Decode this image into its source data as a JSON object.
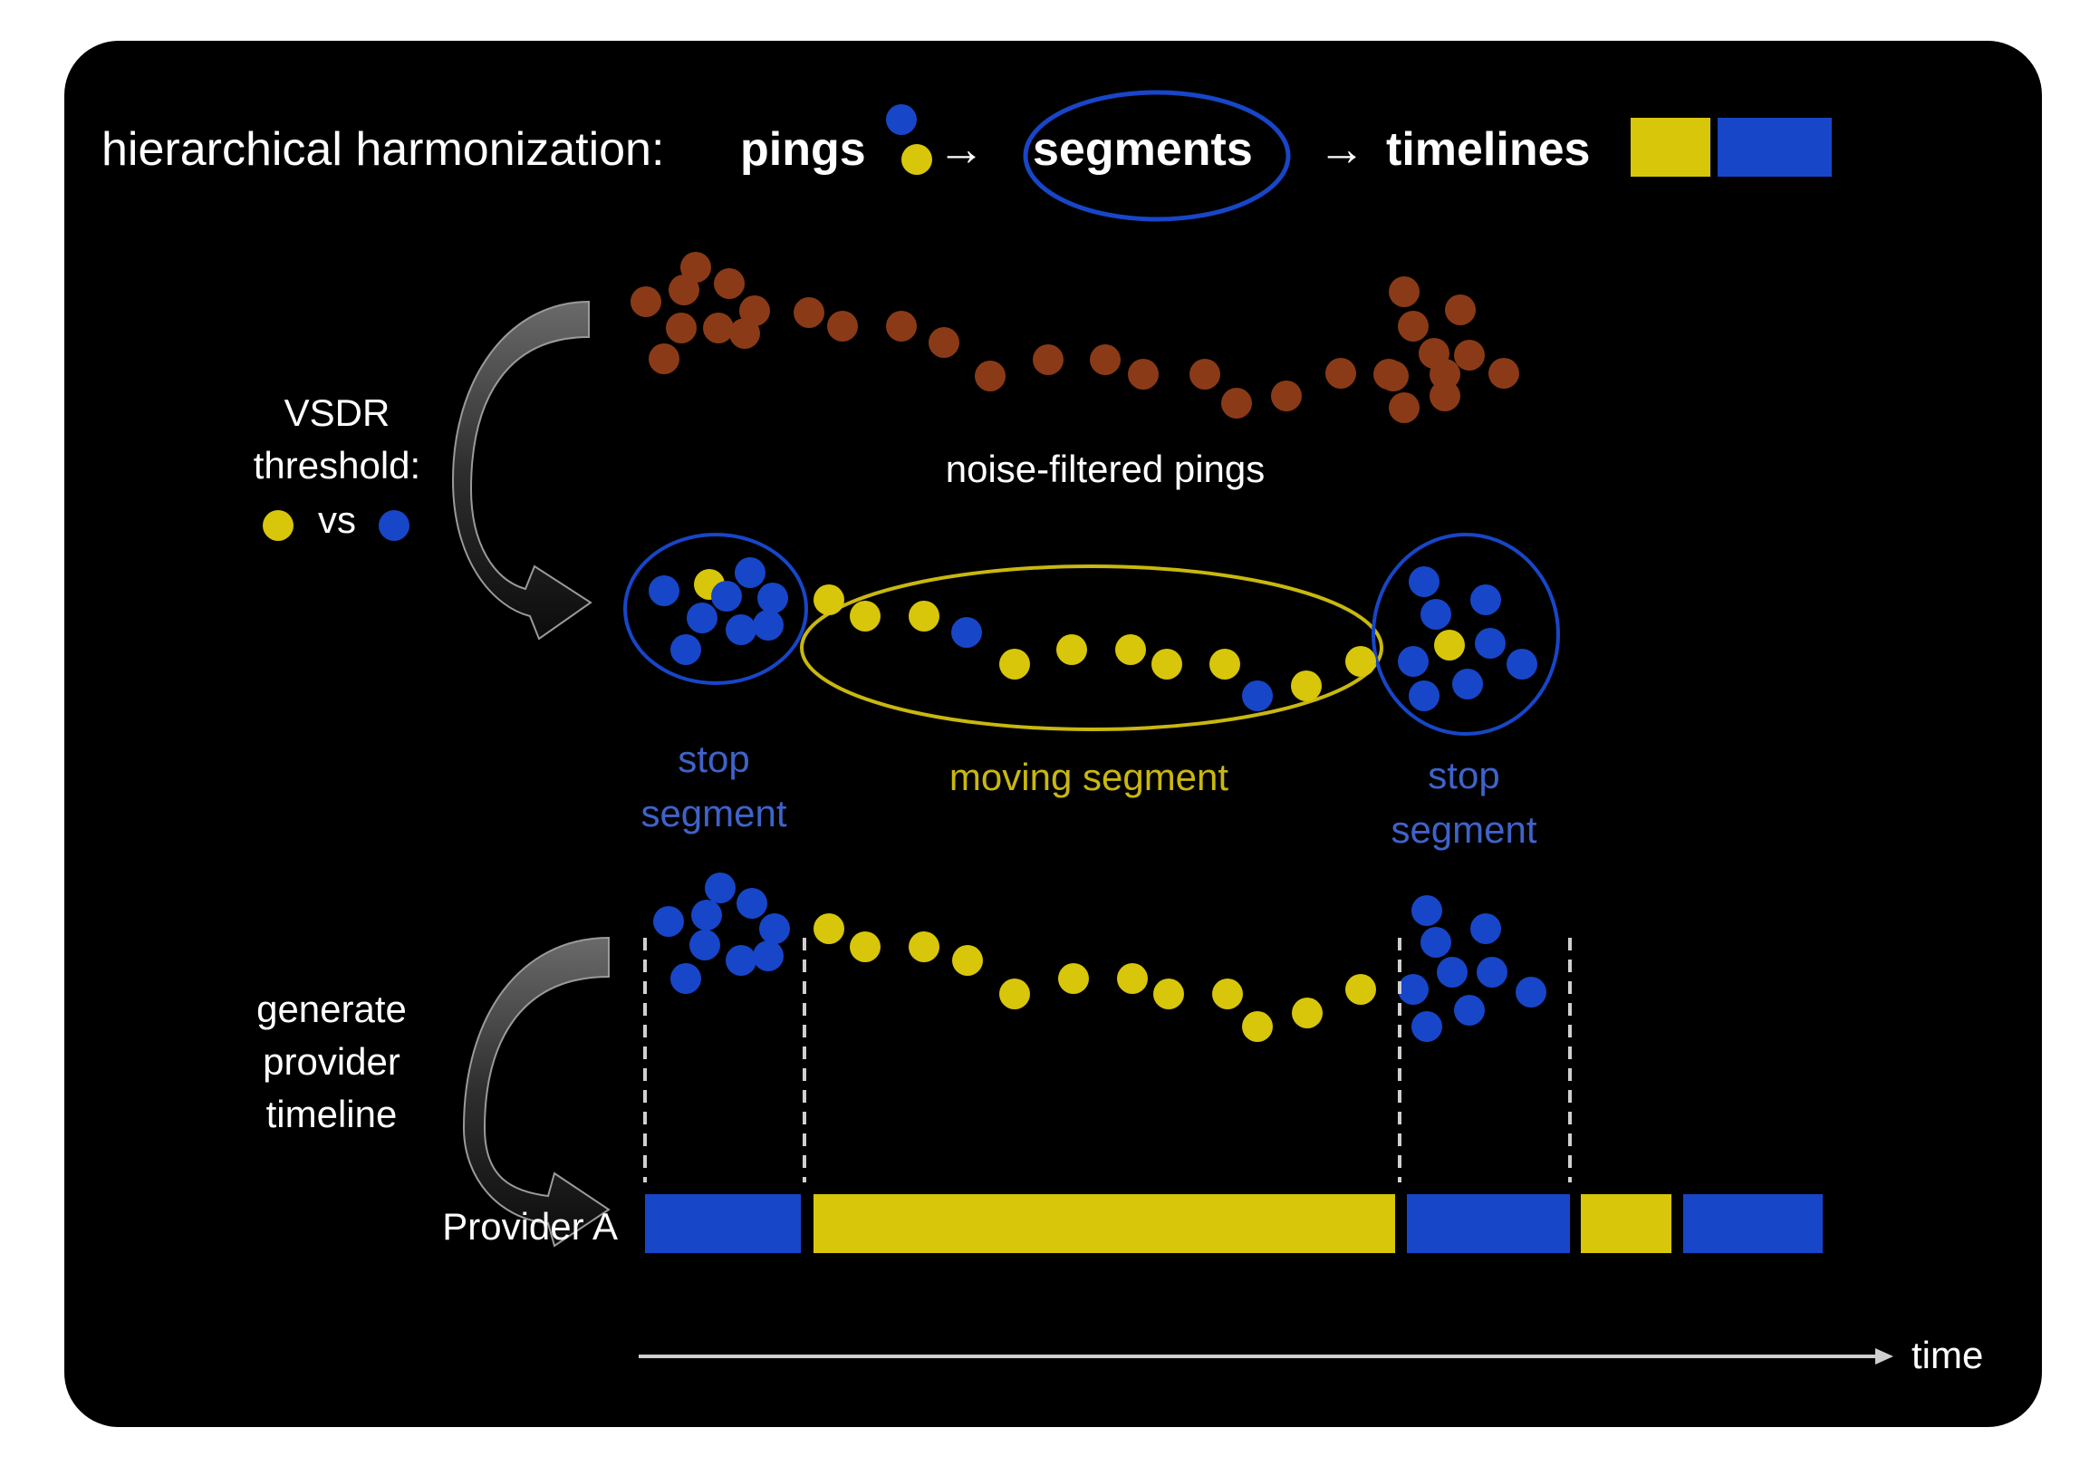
{
  "colors": {
    "background": "#000000",
    "frame": "#ffffff",
    "ping": "#8b3a17",
    "stop": "#1746c8",
    "moving": "#d8c60a",
    "stop_label": "#3f63c9",
    "moving_label": "#c9b80e",
    "text": "#ffffff"
  },
  "header": {
    "prefix": "hierarchical harmonization:",
    "pings": "pings",
    "segments": "segments",
    "timelines": "timelines",
    "arrow1": "→",
    "arrow2": "→"
  },
  "labels": {
    "vsdr_line1": "VSDR",
    "vsdr_line2": "threshold:",
    "vs": "vs",
    "noise_filtered": "noise-filtered pings",
    "stop1_line1": "stop",
    "stop1_line2": "segment",
    "moving": "moving segment",
    "stop2_line1": "stop",
    "stop2_line2": "segment",
    "gen_line1": "generate",
    "gen_line2": "provider",
    "gen_line3": "timeline",
    "provider": "Provider A",
    "time": "time"
  },
  "timeline_segments": [
    {
      "kind": "stop"
    },
    {
      "kind": "moving"
    },
    {
      "kind": "stop"
    },
    {
      "kind": "moving"
    },
    {
      "kind": "stop"
    }
  ]
}
